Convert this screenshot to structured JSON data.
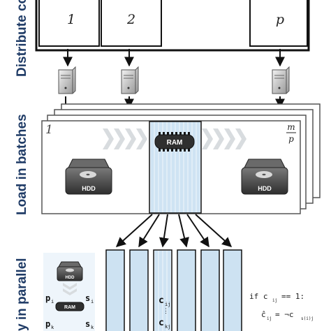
{
  "section_labels": {
    "distribute": "Distribute co",
    "load": "Load in batches",
    "parallel": "y in parallel"
  },
  "blocks": [
    "1",
    "2",
    "p"
  ],
  "batch": {
    "first": "1",
    "frac_num": "m",
    "frac_den": "p"
  },
  "devices": {
    "ram": "RAM",
    "hdd": "HDD"
  },
  "left_column": {
    "ram": "RAM",
    "hdd": "HDD",
    "p_i": "p",
    "p_i_sub": "i",
    "s_i": "s",
    "s_i_sub": "i",
    "p_k": "p",
    "p_k_sub": "k",
    "s_k": "s",
    "s_k_sub": "k"
  },
  "column_cells": {
    "c_ij": "c",
    "c_ij_sub": "ij",
    "c_kj": "c",
    "c_kj_sub": "kj"
  },
  "code": {
    "line1_prefix": "if c",
    "line1_sub": "ij",
    "line1_suffix": "== 1:",
    "line2_lhs": "ĉ",
    "line2_lhs_sub": "ij",
    "line2_mid": "= ¬c",
    "line2_rhs_sub": "s(i)j"
  },
  "colors": {
    "navy": "#1f3b66",
    "light_blue": "#cfe3f3",
    "column_blue": "#cde2f2",
    "chevron_gray": "#d8dcdf"
  }
}
